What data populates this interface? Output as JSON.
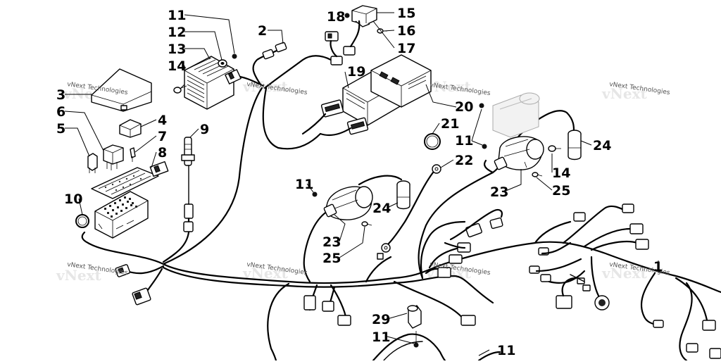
{
  "watermark": {
    "text": "vNext Technologies",
    "ghost_text": "vNext"
  },
  "callouts": {
    "c11a": "11",
    "c12": "12",
    "c13": "13",
    "c14a": "14",
    "c3": "3",
    "c6": "6",
    "c5": "5",
    "c4": "4",
    "c7": "7",
    "c8": "8",
    "c9": "9",
    "c10": "10",
    "c2": "2",
    "c18": "18",
    "c15": "15",
    "c16": "16",
    "c17": "17",
    "c19": "19",
    "c20": "20",
    "c21": "21",
    "c11b": "11",
    "c24a": "24",
    "c14b": "14",
    "c25a": "25",
    "c23a": "23",
    "c22": "22",
    "c11c": "11",
    "c24b": "24",
    "c23b": "23",
    "c25b": "25",
    "c29": "29",
    "c11d": "11",
    "c11e": "11",
    "c1": "1"
  }
}
